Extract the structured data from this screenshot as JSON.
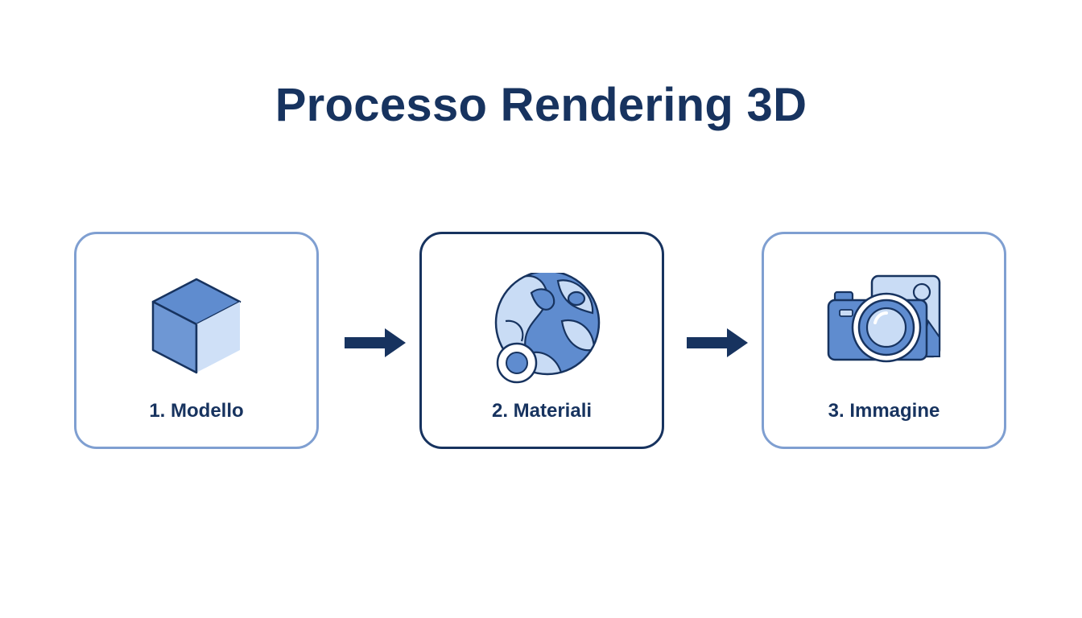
{
  "title": "Processo Rendering 3D",
  "steps": [
    {
      "label": "1. Modello",
      "icon": "cube-icon"
    },
    {
      "label": "2. Materiali",
      "icon": "material-sphere-icon"
    },
    {
      "label": "3. Immagine",
      "icon": "camera-icon"
    }
  ],
  "colors": {
    "primary": "#17335f",
    "accent": "#5b86c9",
    "light_accent": "#c9dcf5",
    "border_light": "#7f9fd1"
  }
}
